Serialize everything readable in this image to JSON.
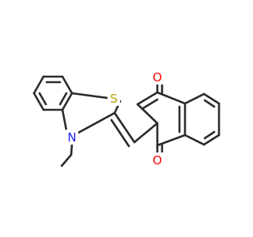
{
  "molecule": {
    "colors": {
      "bond": "#2b2b2b",
      "S": "#b8a200",
      "N": "#1c1cff",
      "O": "#ff0000",
      "background": "#ffffff"
    },
    "atom_labels": {
      "sulfur": "S",
      "nitrogen": "N",
      "oxygen_top": "O",
      "oxygen_bottom": "O"
    }
  }
}
